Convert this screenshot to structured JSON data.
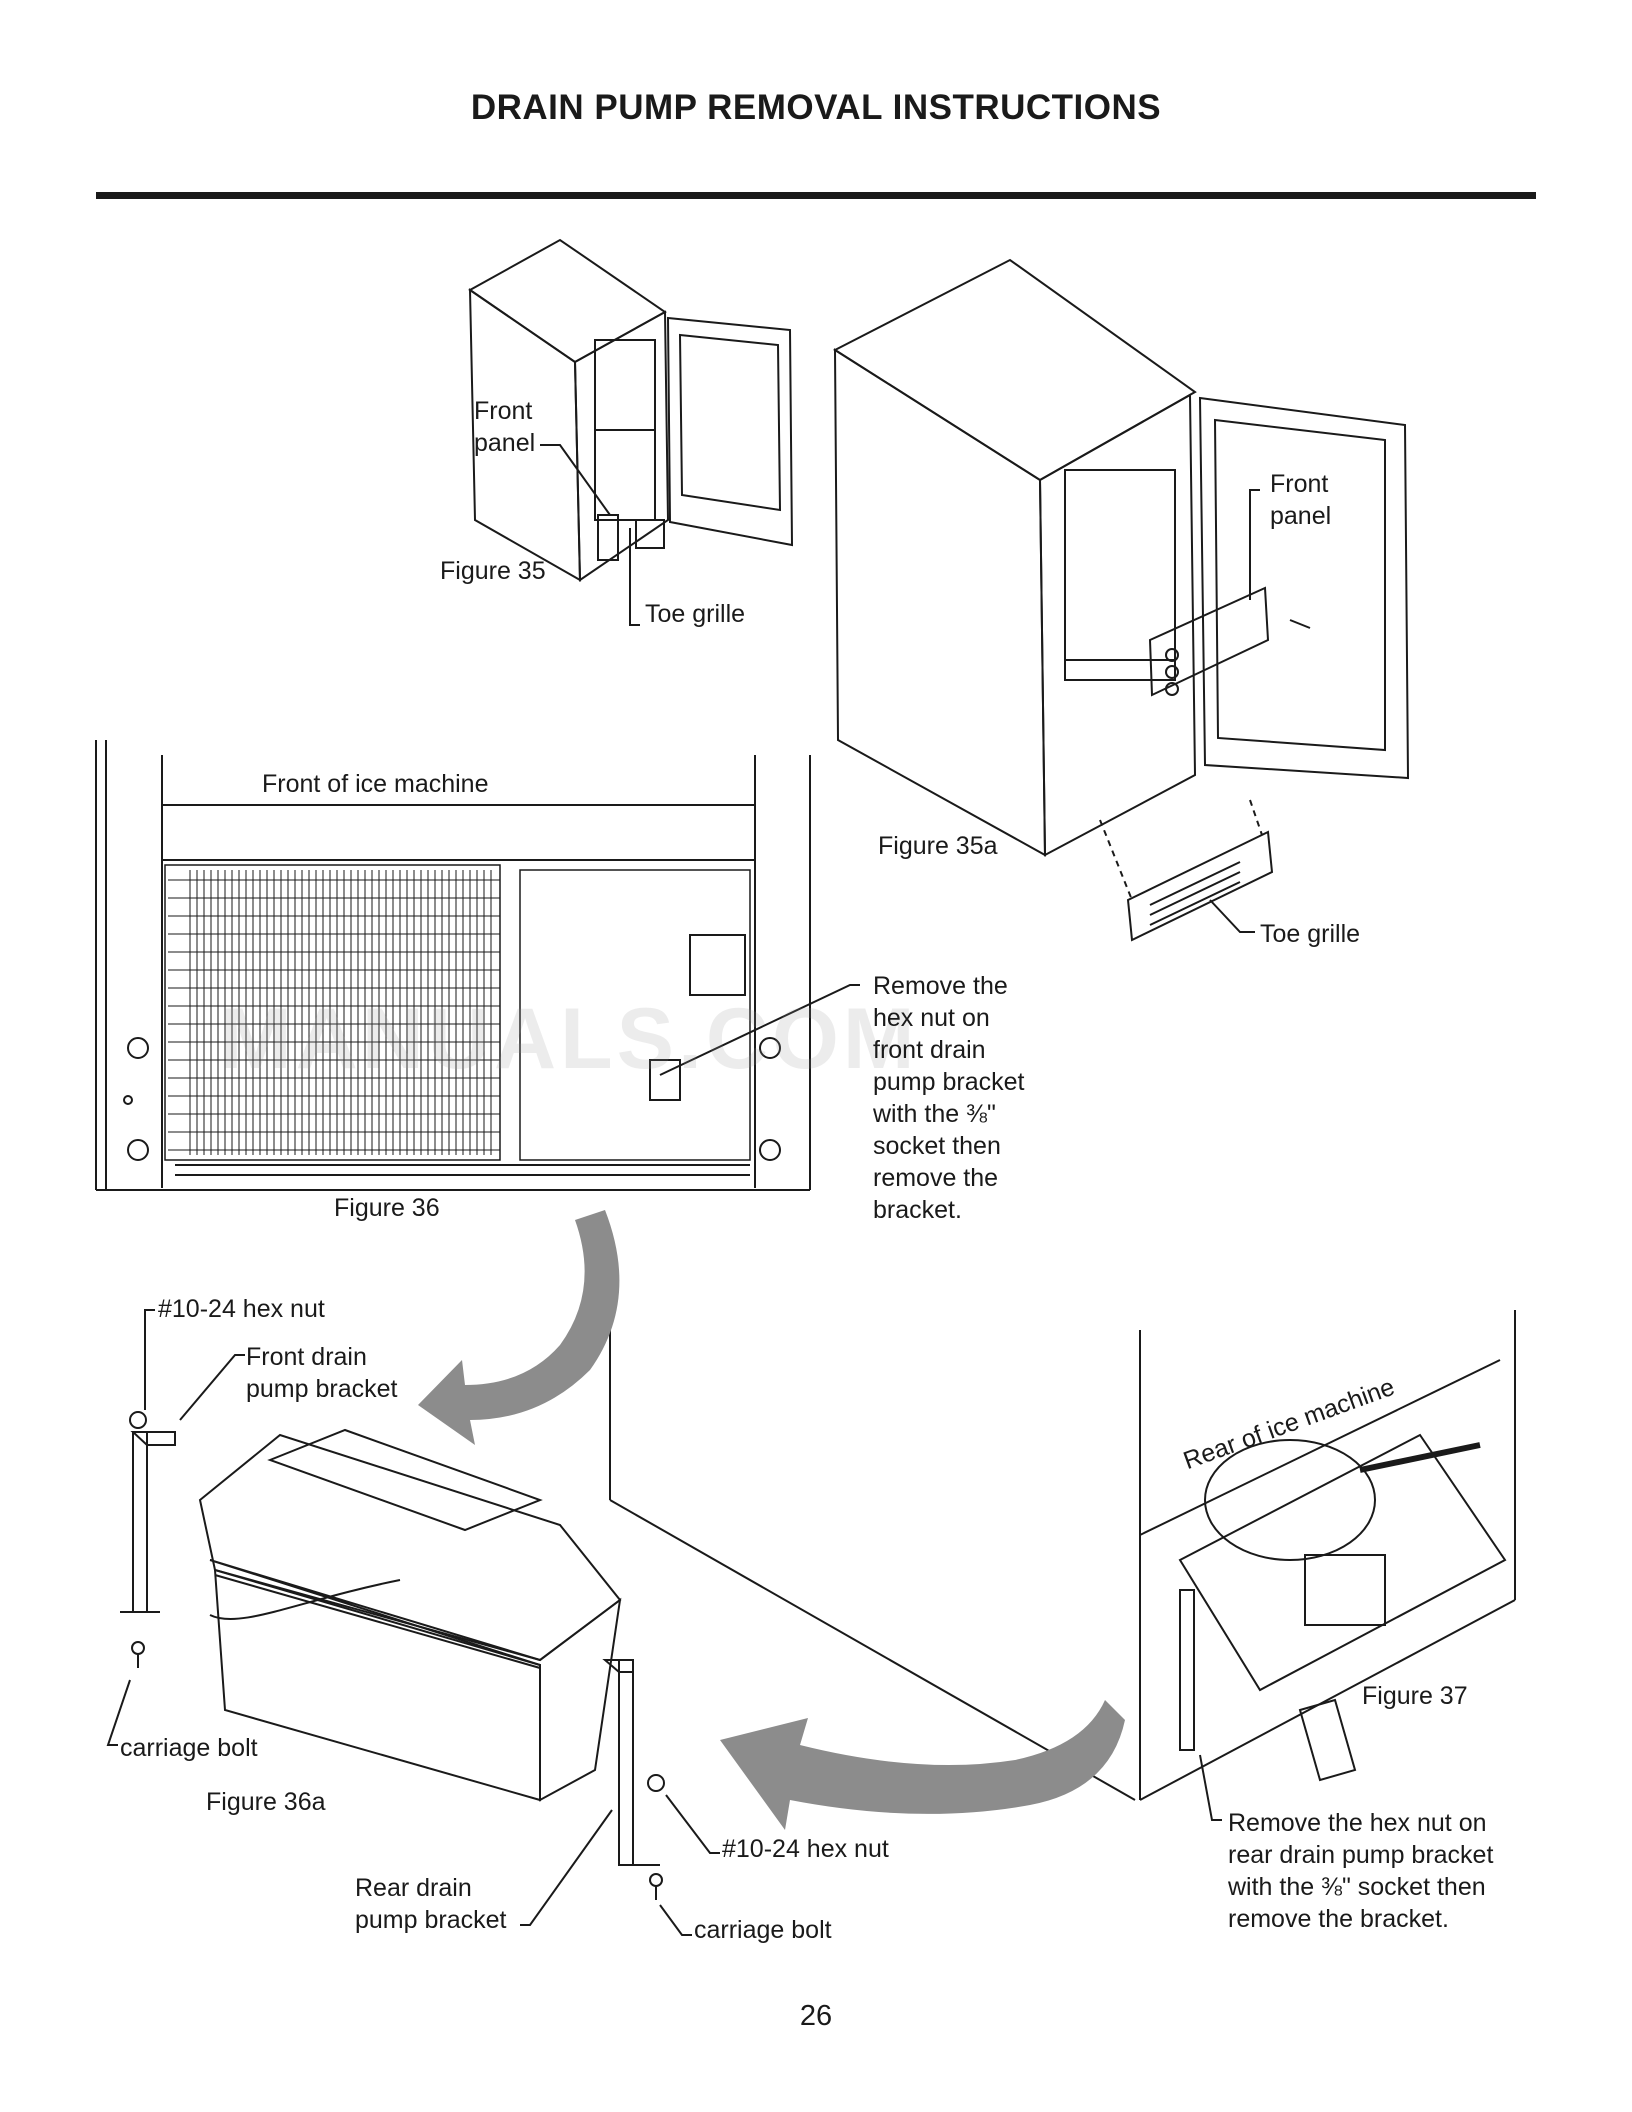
{
  "page": {
    "title": "DRAIN PUMP REMOVAL INSTRUCTIONS",
    "page_number": "26",
    "watermark": "MANUALS.COM"
  },
  "figure35": {
    "caption": "Figure 35",
    "front_panel": [
      "Front",
      "panel"
    ],
    "toe_grille": "Toe grille"
  },
  "figure35a": {
    "caption": "Figure 35a",
    "front_panel": [
      "Front",
      "panel"
    ],
    "toe_grille": "Toe grille"
  },
  "figure36": {
    "caption": "Figure 36",
    "front_label": "Front of ice machine",
    "instruction": [
      "Remove the",
      "hex nut on",
      "front drain",
      "pump bracket",
      "with the ⅜\"",
      "socket then",
      "remove the",
      "bracket."
    ]
  },
  "figure36a": {
    "caption": "Figure 36a",
    "hex_nut_top": "#10-24 hex nut",
    "front_bracket": [
      "Front drain",
      "pump bracket"
    ],
    "carriage_bolt_left": "carriage bolt",
    "rear_bracket": [
      "Rear drain",
      "pump bracket"
    ],
    "hex_nut_bottom": "#10-24 hex nut",
    "carriage_bolt_right": "carriage bolt"
  },
  "figure37": {
    "caption": "Figure 37",
    "rear_label": "Rear of ice machine",
    "instruction": [
      "Remove the hex nut on",
      "rear drain pump bracket",
      "with the ⅜\" socket then",
      "remove the bracket."
    ]
  },
  "colors": {
    "ink": "#1a1a1a",
    "arrow": "#8c8c8c",
    "watermark": "#969696"
  }
}
